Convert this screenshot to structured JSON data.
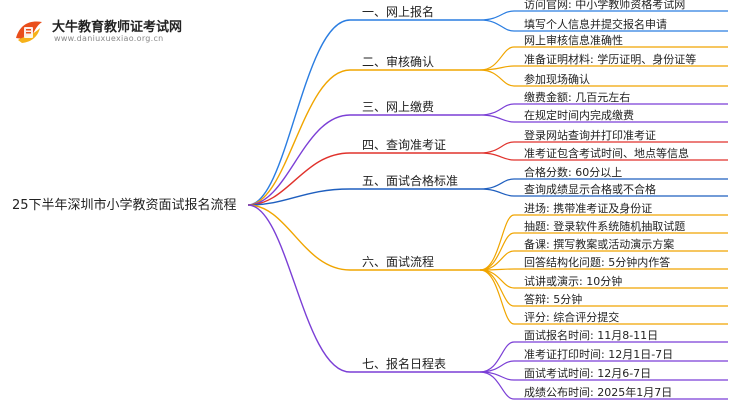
{
  "logo": {
    "name": "大牛教育教师证考试网",
    "url": "www.daniuxuexiao.org.cn"
  },
  "root": {
    "label": "25下半年深圳市小学教资面试报名流程"
  },
  "colors": [
    "#2a7de1",
    "#f0a500",
    "#7b3fd6",
    "#e0322c",
    "#1f5fbf",
    "#f0a500",
    "#7b3fd6"
  ],
  "branches": [
    {
      "label": "一、网上报名",
      "leaves": [
        "访问官网: 中小学教师资格考试网",
        "填写个人信息并提交报名申请"
      ]
    },
    {
      "label": "二、审核确认",
      "leaves": [
        "网上审核信息准确性",
        "准备证明材料: 学历证明、身份证等",
        "参加现场确认"
      ]
    },
    {
      "label": "三、网上缴费",
      "leaves": [
        "缴费金额: 几百元左右",
        "在规定时间内完成缴费"
      ]
    },
    {
      "label": "四、查询准考证",
      "leaves": [
        "登录网站查询并打印准考证",
        "准考证包含考试时间、地点等信息"
      ]
    },
    {
      "label": "五、面试合格标准",
      "leaves": [
        "合格分数: 60分以上",
        "查询成绩显示合格或不合格"
      ]
    },
    {
      "label": "六、面试流程",
      "leaves": [
        "进场: 携带准考证及身份证",
        "抽题: 登录软件系统随机抽取试题",
        "备课: 撰写教案或活动演示方案",
        "回答结构化问题: 5分钟内作答",
        "试讲或演示: 10分钟",
        "答辩: 5分钟",
        "评分: 综合评分提交"
      ]
    },
    {
      "label": "七、报名日程表",
      "leaves": [
        "面试报名时间: 11月8-11日",
        "准考证打印时间: 12月1日-7日",
        "面试考试时间: 12月6-7日",
        "成绩公布时间: 2025年1月7日"
      ]
    }
  ]
}
